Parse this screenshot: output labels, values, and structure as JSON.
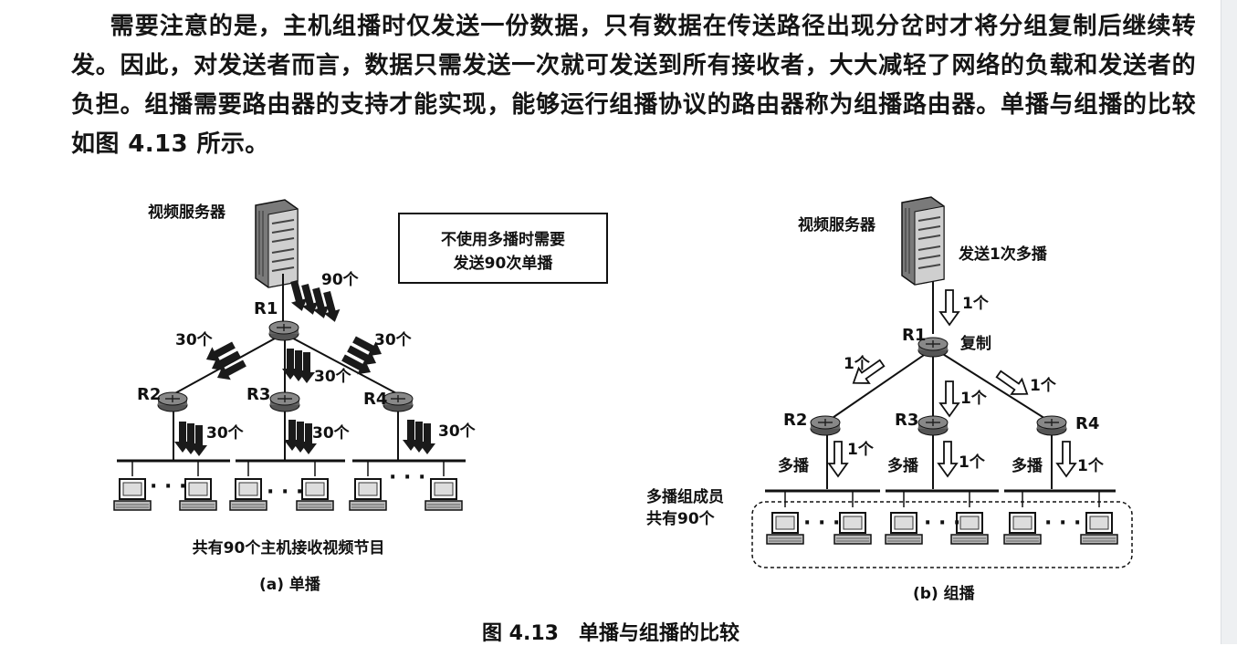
{
  "paragraph": "需要注意的是，主机组播时仅发送一份数据，只有数据在传送路径出现分岔时才将分组复制后继续转发。因此，对发送者而言，数据只需发送一次就可发送到所有接收者，大大减轻了网络的负载和发送者的负担。组播需要路由器的支持才能实现，能够运行组播协议的路由器称为组播路由器。单播与组播的比较如图 4.13 所示。",
  "figure": {
    "number": "图 4.13",
    "title": "单播与组播的比较"
  },
  "unicast": {
    "caption": "(a) 单播",
    "server_label": "视频服务器",
    "note_line1": "不使用多播时需要",
    "note_line2": "发送90次单播",
    "count_top": "90个",
    "count_left": "30个",
    "count_right": "30个",
    "count_r3": "30个",
    "count_lan1": "30个",
    "count_lan2": "30个",
    "count_lan3": "30个",
    "routers": [
      "R1",
      "R2",
      "R3",
      "R4"
    ],
    "hosts_label": "共有90个主机接收视频节目"
  },
  "multicast": {
    "caption": "(b) 组播",
    "server_label": "视频服务器",
    "send_label": "发送1次多播",
    "count_top": "1个",
    "copy_label": "复制",
    "count_left": "1个",
    "count_mid": "1个",
    "count_right": "1个",
    "lan_label_1": "多播",
    "lan_label_2": "多播",
    "lan_label_3": "多播",
    "lan_count_1": "1个",
    "lan_count_2": "1个",
    "lan_count_3": "1个",
    "routers": [
      "R1",
      "R2",
      "R3",
      "R4"
    ],
    "members_line1": "多播组成员",
    "members_line2": "共有90个"
  },
  "colors": {
    "text": "#111111",
    "arrow_fill": "#1a1a1a",
    "router": "#3a3a3a"
  }
}
